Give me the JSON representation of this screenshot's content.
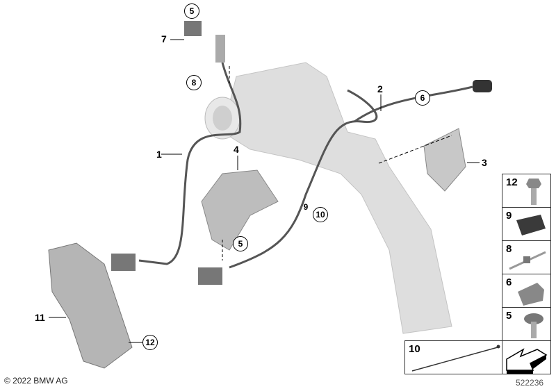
{
  "callouts": {
    "l1": "1",
    "l2": "2",
    "l3": "3",
    "l4": "4",
    "l7": "7",
    "l11": "11",
    "c5a": "5",
    "c8": "8",
    "c6": "6",
    "c9": "9",
    "c10": "10",
    "c5b": "5",
    "c12": "12"
  },
  "parts_legend": [
    {
      "number": "12",
      "icon": "bolt-icon"
    },
    {
      "number": "9",
      "icon": "cable-holder-icon"
    },
    {
      "number": "8",
      "icon": "cable-tie-icon"
    },
    {
      "number": "6",
      "icon": "clip-icon"
    },
    {
      "number": "5",
      "icon": "torx-screw-icon"
    }
  ],
  "cable_part": "10",
  "copyright": "© 2022 BMW AG",
  "diagram_id": "522236",
  "colors": {
    "part_grey": "#d9d9d9",
    "cable": "#555555",
    "dark": "#3a3a3a"
  }
}
